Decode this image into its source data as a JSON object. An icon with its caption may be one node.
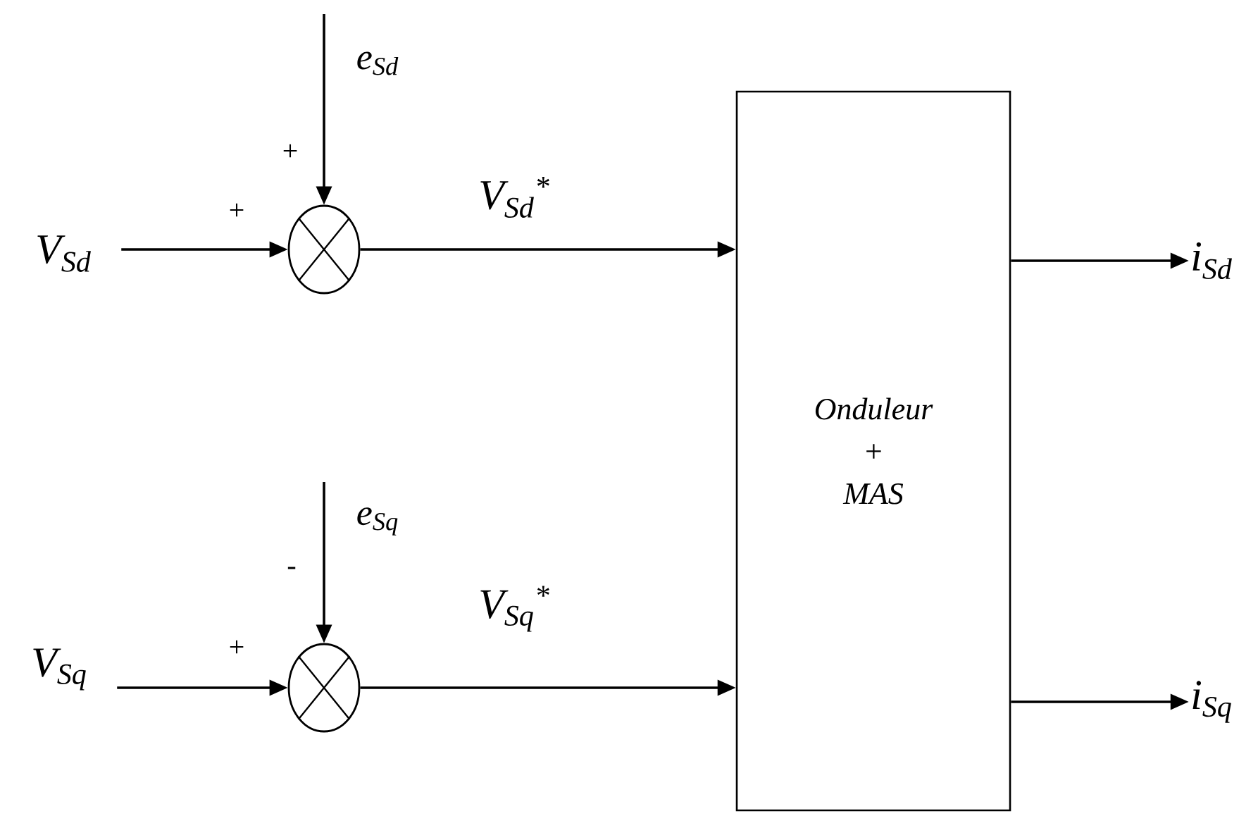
{
  "diagram": {
    "nodes": [
      {
        "text": [
          "V$_{Sd}$"
        ]
      },
      {
        "text": [],
        "shape": "circle"
      },
      {
        "text": [
          "V$_{Sq}$"
        ]
      },
      {
        "text": [],
        "shape": "circle"
      },
      {
        "text": [
          "Onduleur + MAS"
        ]
      },
      {
        "text": [
          "i$_{Sd}$"
        ]
      },
      {
        "text": [
          "i$_{Sq}$"
        ]
      }
    ],
    "edges": [
      {
        "from": 0,
        "to": 1,
        "arrow": "to"
      },
      {
        "from": null,
        "to": 1,
        "arrow": "to",
        "label": "e$_{Sd}$"
      },
      {
        "from": 1,
        "to": 4,
        "arrow": "to",
        "label": "V$_{Sd}$$^{*}$"
      },
      {
        "from": 2,
        "to": 3,
        "arrow": "to"
      },
      {
        "from": null,
        "to": 3,
        "arrow": "to",
        "label": "e$_{Sq}$"
      },
      {
        "from": 3,
        "to": 4,
        "arrow": "to",
        "label": "V$_{Sq}$$^{*}$"
      },
      {
        "from": 4,
        "to": 5,
        "arrow": "to"
      },
      {
        "from": 4,
        "to": 6,
        "arrow": "to"
      }
    ],
    "labels": [
      "+",
      "+",
      "-",
      "+"
    ]
  }
}
